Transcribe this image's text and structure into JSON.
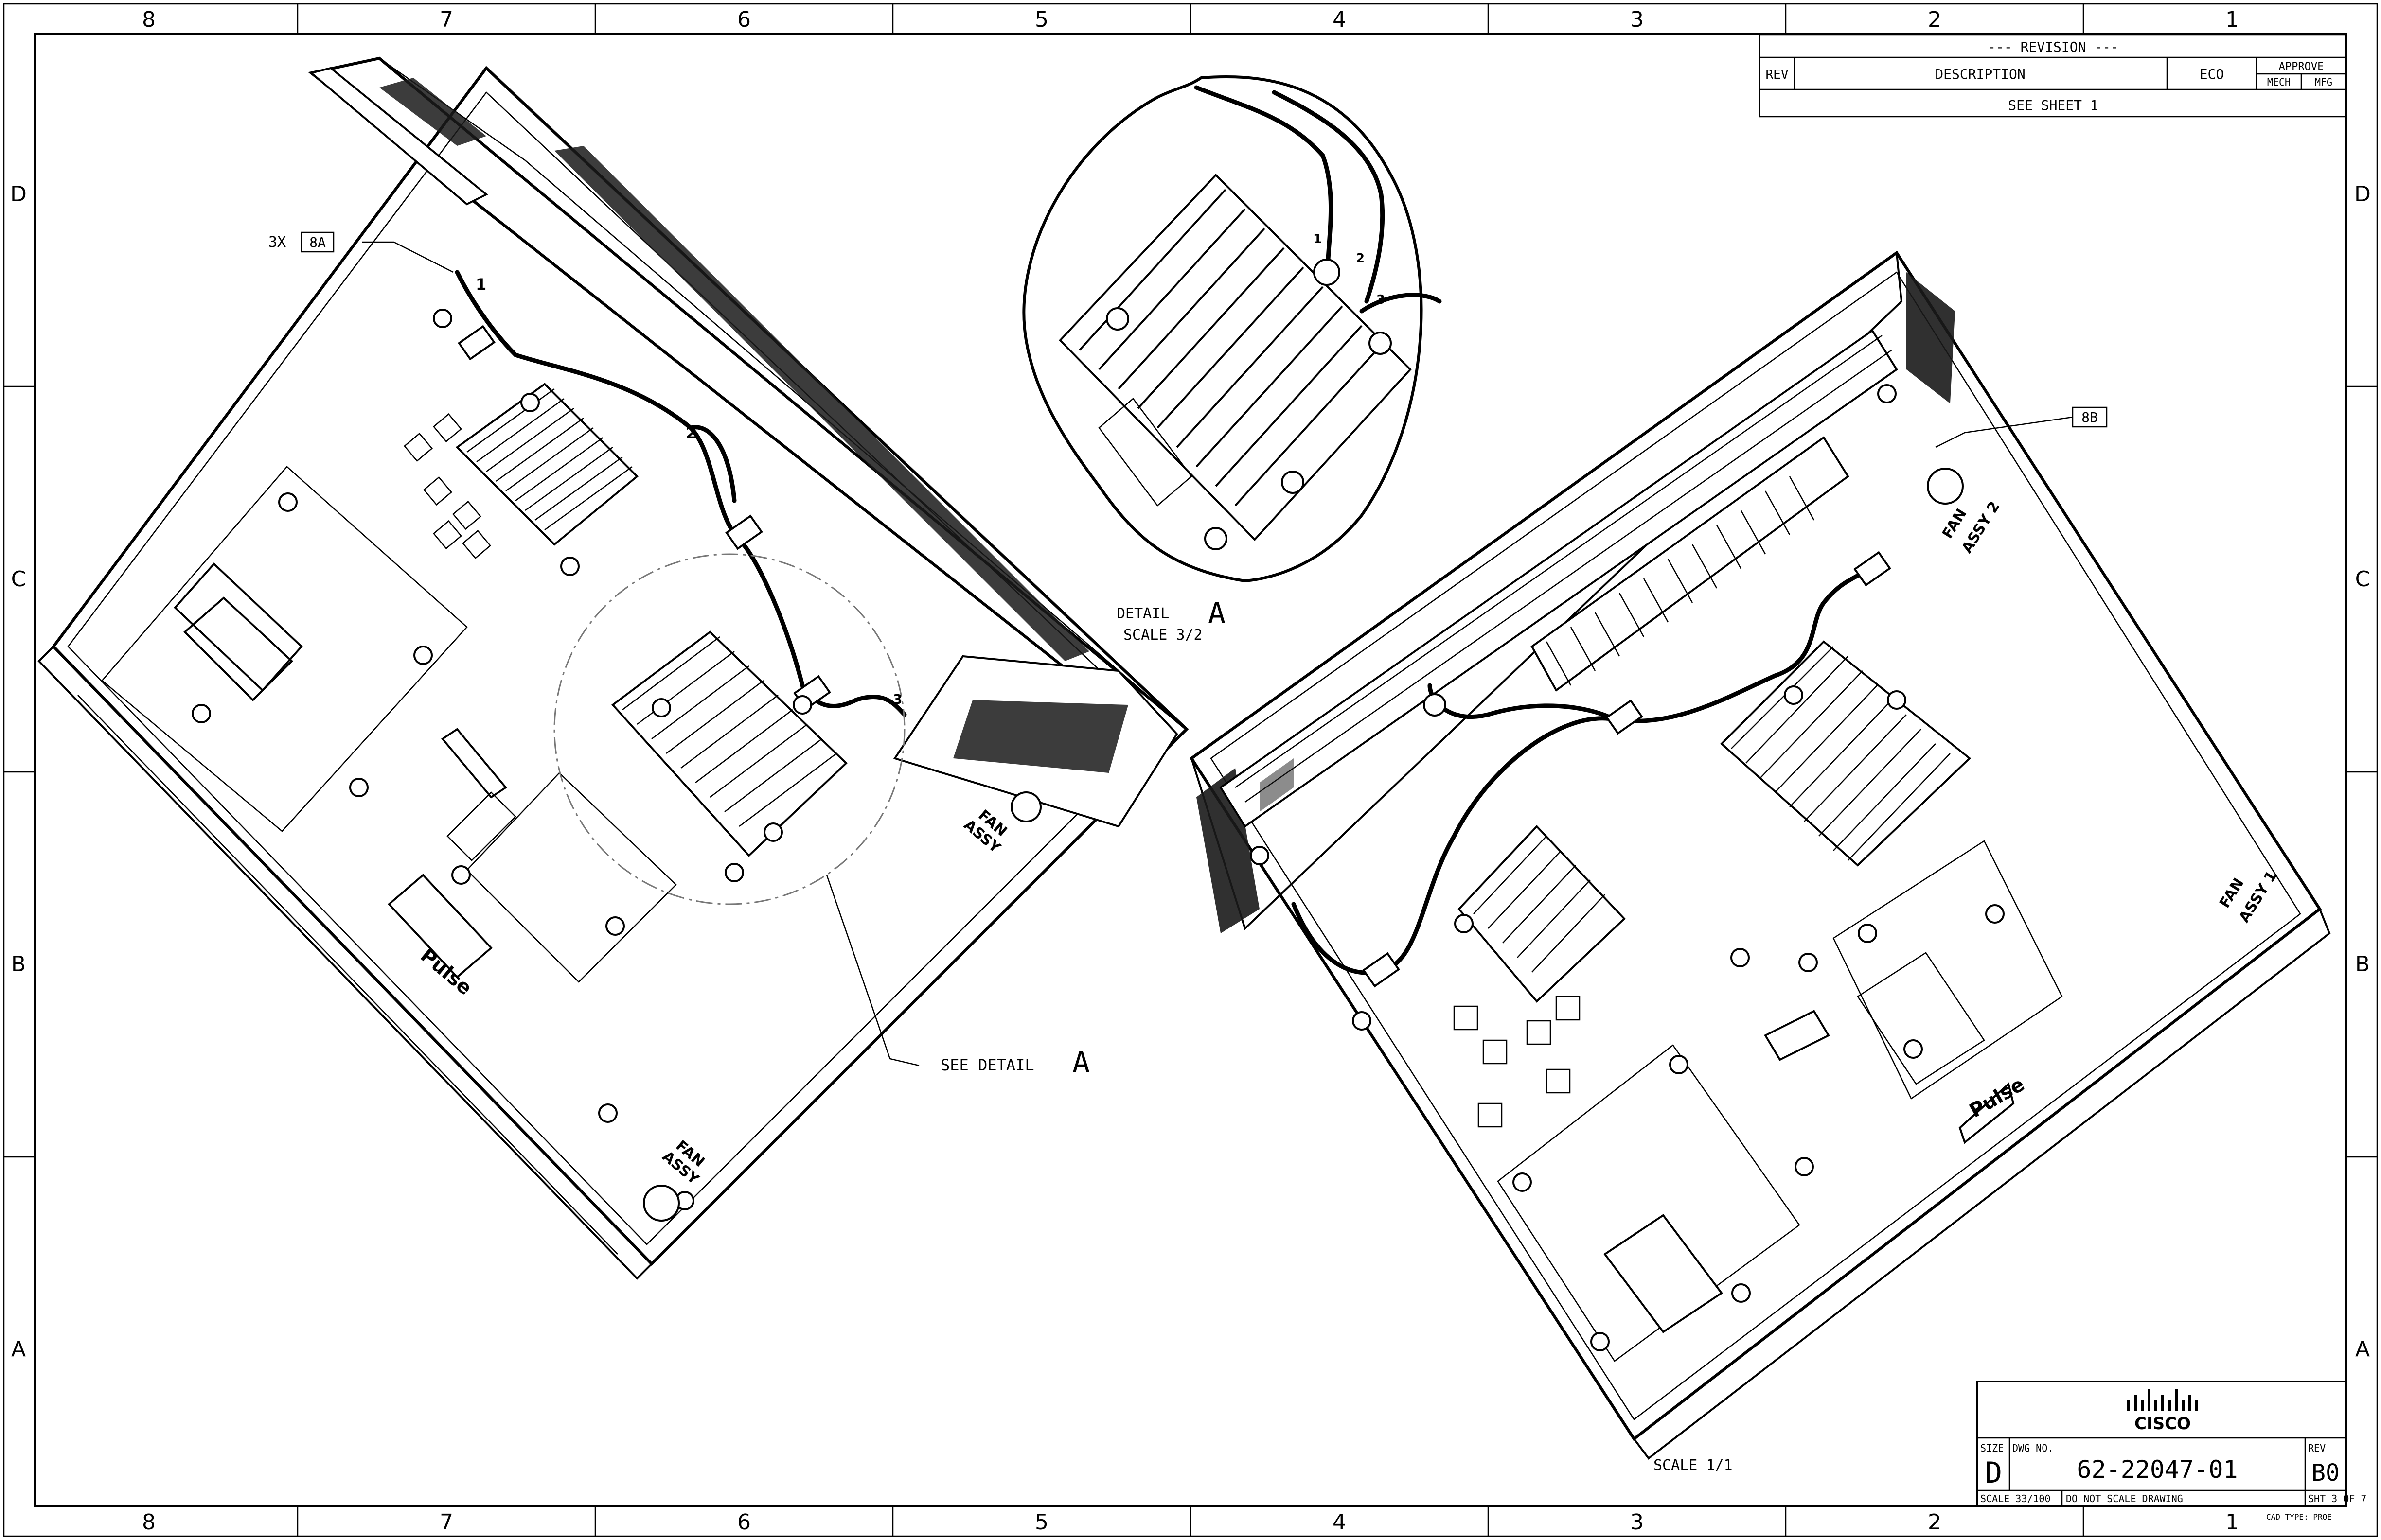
{
  "frame": {
    "zones_top": [
      "8",
      "7",
      "6",
      "5",
      "4",
      "3",
      "2",
      "1"
    ],
    "zones_bottom": [
      "8",
      "7",
      "6",
      "5",
      "4",
      "3",
      "2",
      "1"
    ],
    "zones_left": [
      "D",
      "C",
      "B",
      "A"
    ],
    "zones_right": [
      "D",
      "C",
      "B",
      "A"
    ]
  },
  "revision_block": {
    "title": "--- REVISION ---",
    "rev_header": "REV",
    "description_header": "DESCRIPTION",
    "eco_header": "ECO",
    "approve_header": "APPROVE",
    "mech_header": "MECH",
    "mfg_header": "MFG",
    "row_text": "SEE SHEET 1"
  },
  "left_view": {
    "callout_qty": "3X",
    "callout_ref": "8A",
    "cable_labels": [
      "1",
      "2",
      "3"
    ],
    "fan_label_line1": "FAN",
    "fan_label_line2": "ASSY",
    "fan2_label_line1": "FAN",
    "fan2_label_line2": "ASSY",
    "see_detail_text": "SEE DETAIL",
    "see_detail_letter": "A",
    "brand_text": "Pulse"
  },
  "detail": {
    "title": "DETAIL",
    "letter": "A",
    "scale": "SCALE  3/2",
    "cable_labels": [
      "1",
      "2",
      "3"
    ]
  },
  "right_view": {
    "callout_ref": "8B",
    "fan1_line1": "FAN",
    "fan1_line2": "ASSY 1",
    "fan2_line1": "FAN",
    "fan2_line2": "ASSY 2",
    "scale": "SCALE  1/1",
    "brand_text": "Pulse"
  },
  "title_block": {
    "logo_text": "CISCO",
    "size_label": "SIZE",
    "size_value": "D",
    "dwg_label": "DWG NO.",
    "dwg_value": "62-22047-01",
    "rev_label": "REV",
    "rev_value": "B0",
    "scale_text": "SCALE 33/100",
    "note_text": "DO NOT SCALE DRAWING",
    "sheet_text": "SHT 3 OF 7",
    "cad_text": "CAD TYPE: PROE"
  }
}
